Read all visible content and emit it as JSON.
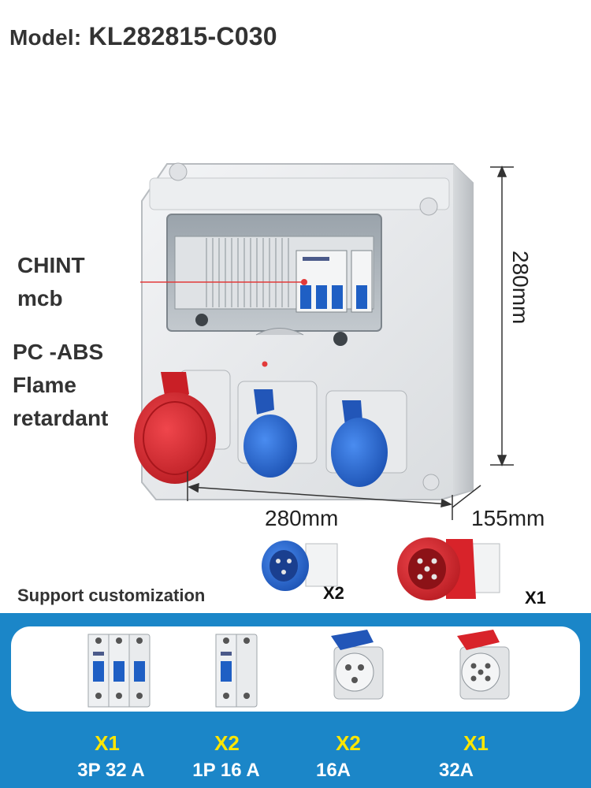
{
  "header": {
    "model_label": "Model:",
    "model_value": "KL282815-C030"
  },
  "callouts": {
    "mcb_line1": "CHINT",
    "mcb_line2": "mcb",
    "material_line1": "PC -ABS",
    "material_line2": "Flame",
    "material_line3": "retardant"
  },
  "dimensions": {
    "height": "280mm",
    "width": "280mm",
    "depth": "155mm"
  },
  "plugs": [
    {
      "name": "blue-plug",
      "qty": "X2",
      "color": "#1f5fc4"
    },
    {
      "name": "red-plug",
      "qty": "X1",
      "color": "#d8232a"
    }
  ],
  "customization": {
    "label": "Support customization",
    "items": [
      {
        "icon": "3p-breaker-icon",
        "qty": "X1",
        "spec": "3P 32 A"
      },
      {
        "icon": "1p-breaker-icon",
        "qty": "X2",
        "spec": "1P 16 A"
      },
      {
        "icon": "blue-socket-icon",
        "qty": "X2",
        "spec": "16A"
      },
      {
        "icon": "red-socket-icon",
        "qty": "X1",
        "spec": "32A"
      }
    ]
  },
  "colors": {
    "accent_blue": "#1b86c8",
    "qty_yellow": "#ffe600",
    "socket_red": "#d8232a",
    "socket_blue": "#1f5fc4"
  }
}
